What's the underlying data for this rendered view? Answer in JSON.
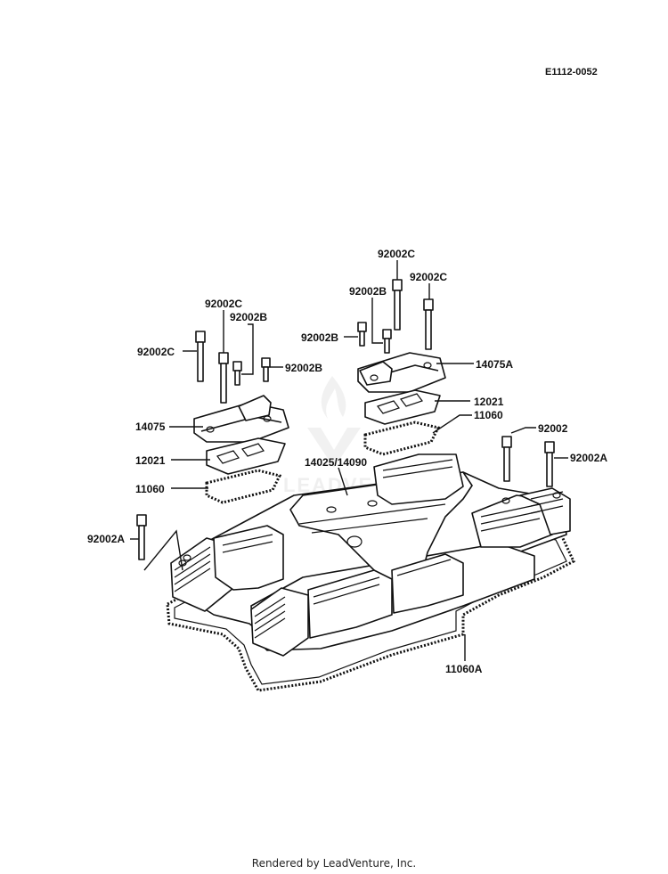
{
  "diagram": {
    "reference_code": "E1112-0052",
    "footer": "Rendered by LeadVenture, Inc.",
    "watermark_text": "LEADVENTURE",
    "callouts": {
      "bolt_c_right_top": "92002C",
      "bolt_c_right": "92002C",
      "bolt_b_right_upper": "92002B",
      "bolt_b_right_lower": "92002B",
      "cover_right": "14075A",
      "plate_right": "12021",
      "gasket_right": "11060",
      "bolt_c_left_top": "92002C",
      "bolt_b_left_top": "92002B",
      "bolt_c_left": "92002C",
      "bolt_b_left": "92002B",
      "cover_left": "14075",
      "plate_left": "12021",
      "gasket_left": "11060",
      "head_cover": "14025/14090",
      "bolt_far_right": "92002",
      "bolt_a_right": "92002A",
      "bolt_a_left": "92002A",
      "main_gasket": "11060A"
    }
  }
}
